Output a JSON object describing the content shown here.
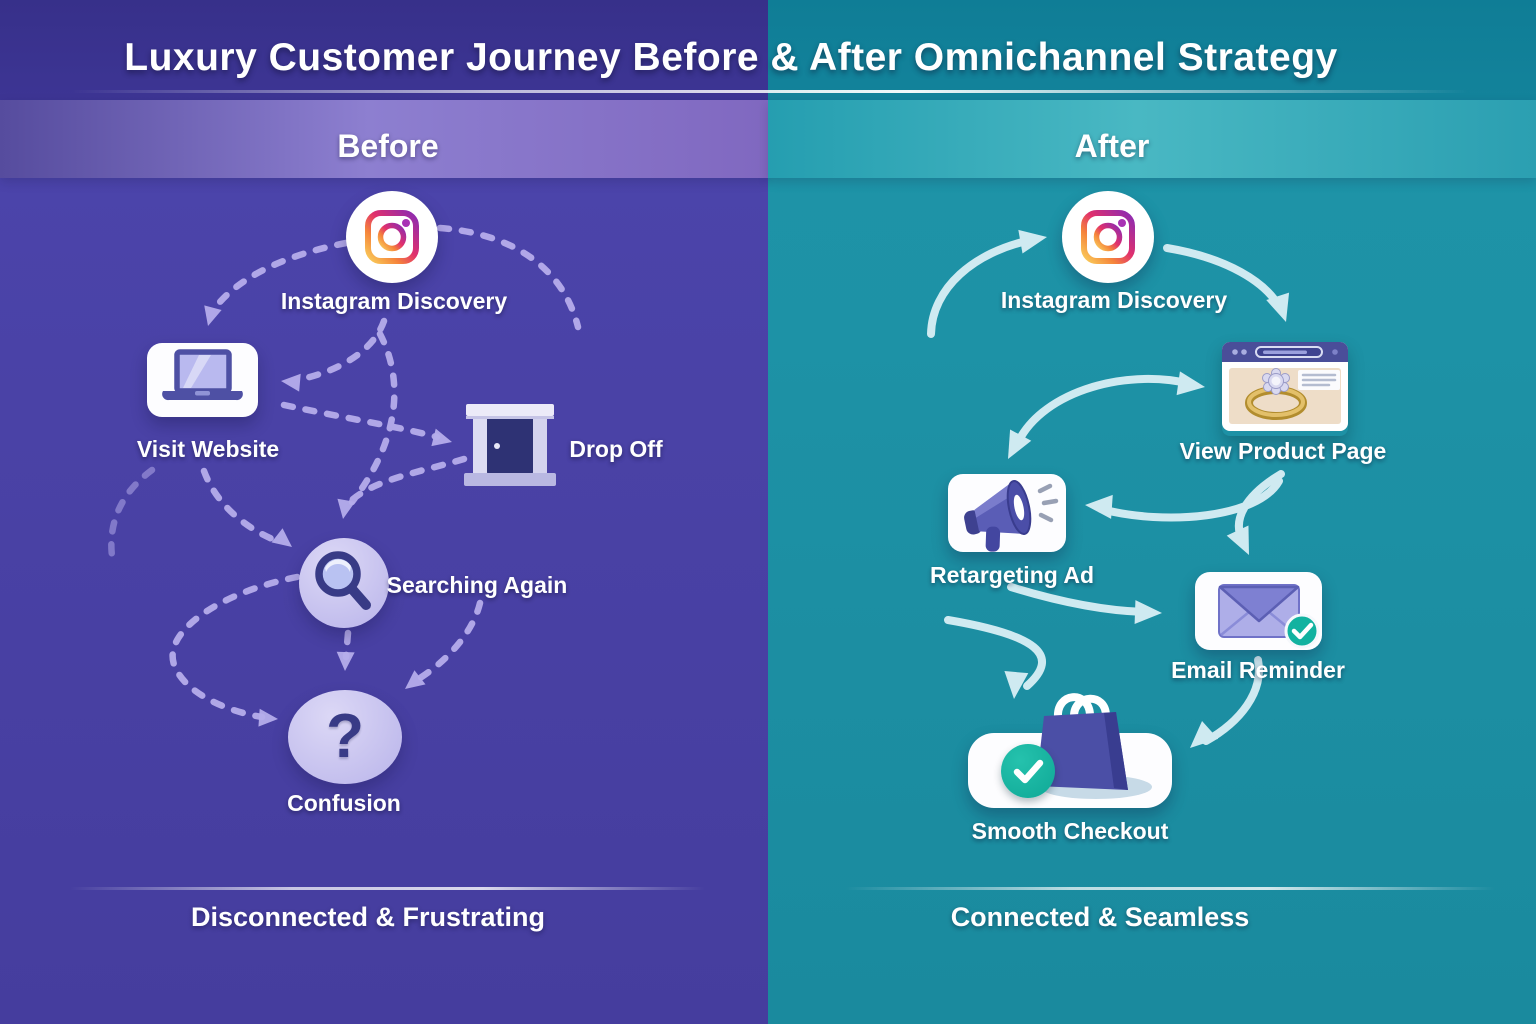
{
  "header": {
    "title": "Luxury Customer Journey Before & After Omnichannel Strategy"
  },
  "columns": {
    "before": {
      "label": "Before",
      "caption": "Disconnected & Frustrating",
      "arrow_style": "dashed",
      "accent_color": "#b6adeb",
      "background_color": "#4a42a6",
      "nodes": [
        {
          "id": "instagram-discovery",
          "label": "Instagram Discovery",
          "icon": "instagram-icon"
        },
        {
          "id": "visit-website",
          "label": "Visit Website",
          "icon": "laptop-icon"
        },
        {
          "id": "drop-off",
          "label": "Drop Off",
          "icon": "door-icon"
        },
        {
          "id": "searching-again",
          "label": "Searching Again",
          "icon": "magnifier-icon"
        },
        {
          "id": "confusion",
          "label": "Confusion",
          "icon": "question-mark-icon",
          "glyph": "?"
        }
      ]
    },
    "after": {
      "label": "After",
      "caption": "Connected & Seamless",
      "arrow_style": "solid",
      "accent_color": "#cfeaf1",
      "background_color": "#1d91a5",
      "nodes": [
        {
          "id": "instagram-discovery",
          "label": "Instagram Discovery",
          "icon": "instagram-icon"
        },
        {
          "id": "view-product-page",
          "label": "View Product Page",
          "icon": "browser-ring-icon"
        },
        {
          "id": "retargeting-ad",
          "label": "Retargeting Ad",
          "icon": "megaphone-icon"
        },
        {
          "id": "email-reminder",
          "label": "Email Reminder",
          "icon": "envelope-check-icon"
        },
        {
          "id": "smooth-checkout",
          "label": "Smooth Checkout",
          "icon": "shopping-bag-check-icon"
        }
      ]
    }
  },
  "colors": {
    "before_header": "#3a338f",
    "after_header": "#11809a",
    "dashed_arrow": "#b6adeb",
    "solid_arrow": "#cfeaf1",
    "check_green": "#12b4a2"
  }
}
